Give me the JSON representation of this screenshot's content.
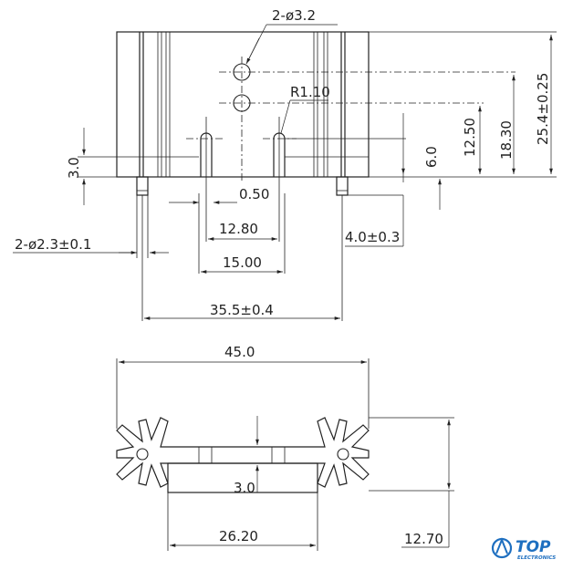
{
  "labels": {
    "hole_dia": "2-ø3.2",
    "radius": "R1.10",
    "height_total": "25.4±0.25",
    "height_18": "18.30",
    "height_12": "12.50",
    "height_6": "6.0",
    "height_3_front": "3.0",
    "slot_width": "0.50",
    "slot_span": "12.80",
    "slot_outer": "15.00",
    "pin_dia": "2-ø2.3±0.1",
    "pin_length": "4.0±0.3",
    "pin_pitch": "35.5±0.4",
    "width_total": "45.0",
    "base_thickness": "3.0",
    "base_width": "26.20",
    "fin_height": "12.70"
  },
  "logo": {
    "brand": "TOP",
    "sub": "ELECTRONICS"
  },
  "colors": {
    "ink": "#222222",
    "logo_blue": "#1e6fc0"
  }
}
